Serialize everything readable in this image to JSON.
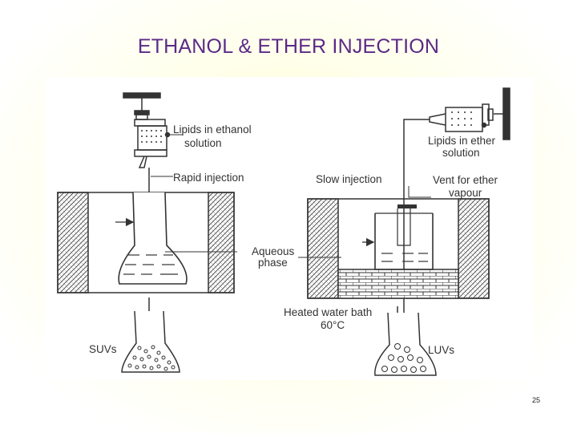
{
  "slide": {
    "title": "ETHANOL & ETHER INJECTION",
    "page_number": "25"
  },
  "diagram": {
    "labels": {
      "lipids_ethanol_1": "Lipids in ethanol",
      "lipids_ethanol_2": "solution",
      "rapid_injection": "Rapid injection",
      "aqueous_1": "Aqueous",
      "aqueous_2": "phase",
      "slow_injection": "Slow injection",
      "lipids_ether_1": "Lipids in ether",
      "lipids_ether_2": "solution",
      "vent_1": "Vent for ether",
      "vent_2": "vapour",
      "water_bath_1": "Heated water bath",
      "water_bath_2": "60°C",
      "suvs": "SUVs",
      "luvs": "LUVs"
    },
    "colors": {
      "title": "#5b2a86",
      "ink": "#333333"
    }
  }
}
